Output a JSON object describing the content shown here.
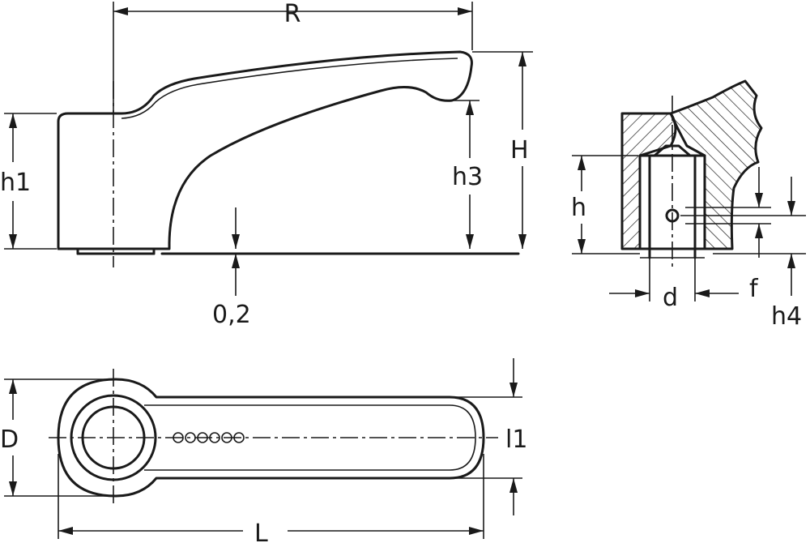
{
  "labels": {
    "R": "R",
    "H": "H",
    "h1": "h1",
    "h3": "h3",
    "gap": "0,2",
    "h": "h",
    "d": "d",
    "f": "f",
    "h4": "h4",
    "D": "D",
    "l1": "l1",
    "L": "L"
  }
}
